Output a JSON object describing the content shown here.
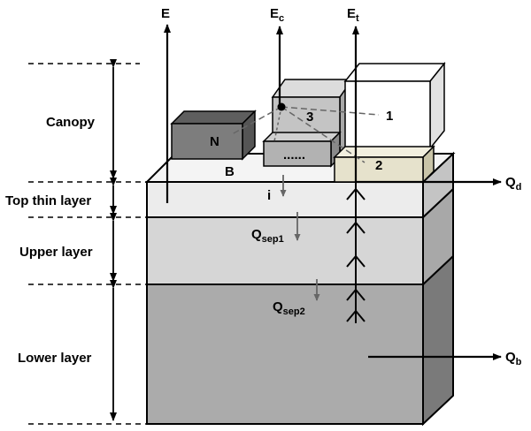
{
  "layers": {
    "canopy": "Canopy",
    "top_thin": "Top thin layer",
    "upper": "Upper layer",
    "lower": "Lower layer"
  },
  "fluxes": {
    "E": "E",
    "Ec_main": "E",
    "Ec_sub": "c",
    "Et_main": "E",
    "Et_sub": "t",
    "Qd_main": "Q",
    "Qd_sub": "d",
    "Qb_main": "Q",
    "Qb_sub": "b",
    "i": "i",
    "Qsep1_main": "Q",
    "Qsep1_sub": "sep1",
    "Qsep2_main": "Q",
    "Qsep2_sub": "sep2"
  },
  "boxes": {
    "N": "N",
    "B": "B",
    "dots": "......",
    "one": "1",
    "two": "2",
    "three": "3"
  },
  "colors": {
    "lower": "#ababab",
    "upper": "#d6d6d6",
    "top_thin": "#ececec",
    "box_n": "#7d7d7d",
    "box_2": "#e6e2cc"
  }
}
